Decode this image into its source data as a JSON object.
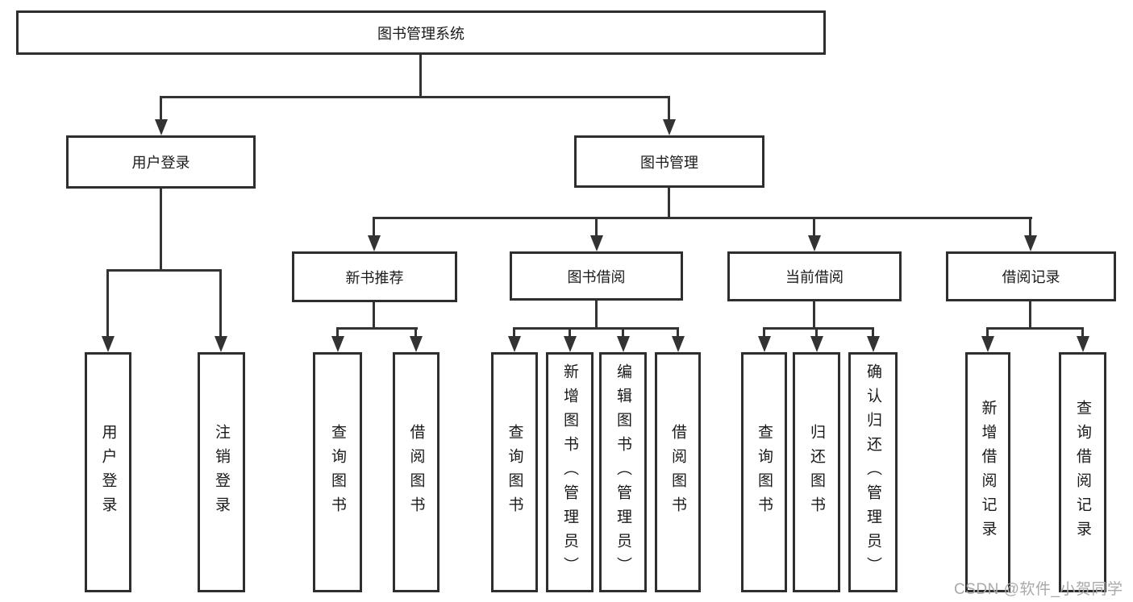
{
  "diagram_title": "图书管理系统",
  "nodes": {
    "root": "图书管理系统",
    "level2": [
      "用户登录",
      "图书管理"
    ],
    "level3": [
      "新书推荐",
      "图书借阅",
      "当前借阅",
      "借阅记录"
    ],
    "leaves_user_login": [
      "用户登录",
      "注销登录"
    ],
    "leaves_new_book": [
      "查询图书",
      "借阅图书"
    ],
    "leaves_book_borrow": [
      "查询图书",
      "新增图书（管理员）",
      "编辑图书（管理员）",
      "借阅图书"
    ],
    "leaves_current_borrow": [
      "查询图书",
      "归还图书",
      "确认归还（管理员）"
    ],
    "leaves_borrow_records": [
      "新增借阅记录",
      "查询借阅记录"
    ]
  },
  "watermark": "CSDN @软件_小贺同学",
  "colors": {
    "background": "#ffffff",
    "line": "#333333",
    "box_border": "#2e2e2e",
    "box_fill": "#ffffff",
    "text": "#1a1a1a",
    "watermark": "#a9a9a9"
  }
}
